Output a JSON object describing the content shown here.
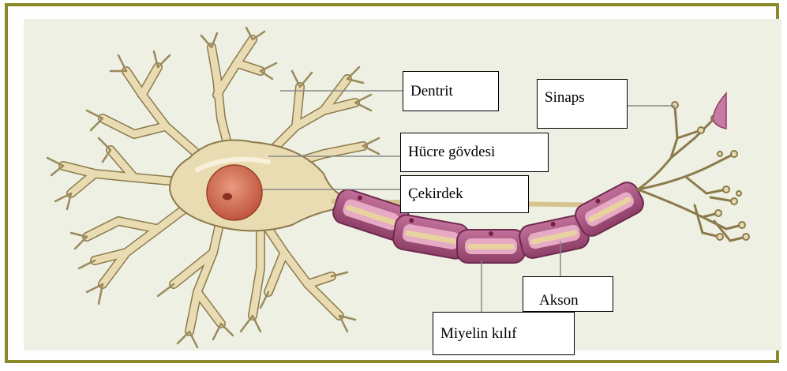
{
  "labels": {
    "dendrite": "Dentrit",
    "synapse": "Sinaps",
    "cell_body": "Hücre gövdesi",
    "nucleus": "Çekirdek",
    "axon": "Akson",
    "myelin": "Miyelin kılıf"
  },
  "colors": {
    "frame": "#8a8a2a",
    "background": "#eef0e4",
    "neuron": "#eadcb2",
    "neuron_outline": "#8c7a4c",
    "nucleus": "#d77a60",
    "myelin": "#b25e86",
    "myelin_inner": "#e6aac4"
  }
}
